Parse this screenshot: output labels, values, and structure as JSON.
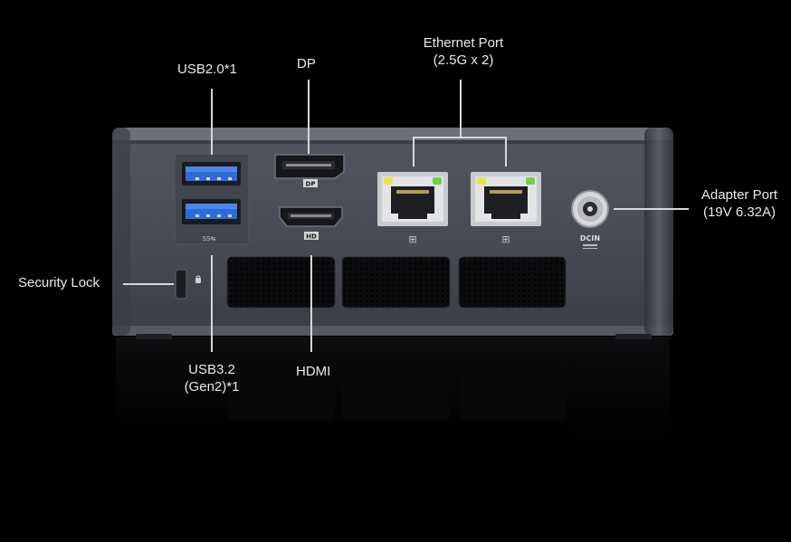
{
  "labels": {
    "usb20": "USB2.0*1",
    "dp": "DP",
    "ethernet_line1": "Ethernet Port",
    "ethernet_line2": "(2.5G x 2)",
    "adapter_line1": "Adapter Port",
    "adapter_line2": "(19V 6.32A)",
    "security_lock": "Security Lock",
    "usb32_line1": "USB3.2",
    "usb32_line2": "(Gen2)*1",
    "hdmi": "HDMI"
  },
  "port_markings": {
    "dp": "DP",
    "hdmi": "HD",
    "dcin": "DCIN",
    "usb_ss": "SS⇆"
  },
  "colors": {
    "background": "#000000",
    "chassis": "#4a4e56",
    "usb_blue": "#2f6bd6",
    "led_yellow": "#e9e44a",
    "led_green": "#6fd34a",
    "label_text": "#e9e9e9"
  }
}
